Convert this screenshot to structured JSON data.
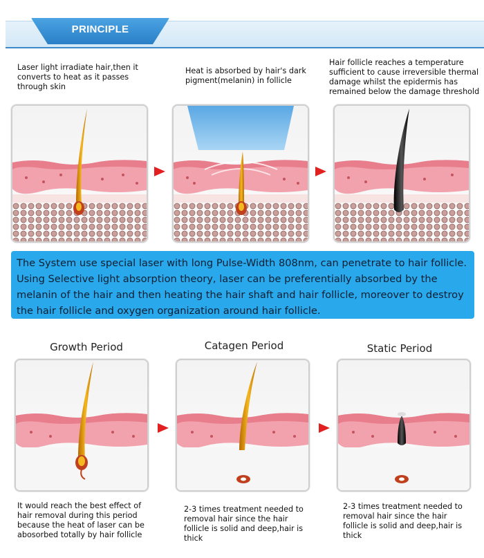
{
  "header": {
    "title": "PRINCIPLE"
  },
  "top_captions": [
    "Laser light irradiate hair,then it converts to heat as it passes through skin",
    "Heat is absorbed by hair's dark pigment(melanin) in follicle",
    "Hair follicle reaches a temperature sufficient to cause irreversible thermal damage whilst the epidermis has remained below the damage threshold"
  ],
  "description": "The System use special laser with long Pulse-Width 808nm, can penetrate to hair follicle. Using Selective light absorption theory, laser can be preferentially absorbed by the melanin of the hair and then heating the hair shaft and hair follicle, moreover to destroy the hair follicle and oxygen organization around hair follicle.",
  "periods": [
    {
      "title": "Growth Period",
      "caption": "It would reach the best effect of hair removal during this period because the heat of laser can be abosorbed totally by hair follicle"
    },
    {
      "title": "Catagen Period",
      "caption": "2-3 times treatment needed to removal hair since the hair follicle is solid and deep,hair is thick"
    },
    {
      "title": "Static Period",
      "caption": "2-3 times treatment needed to removal hair since the hair follicle is solid and deep,hair is thick"
    }
  ],
  "colors": {
    "header_blue": "#2a7fc6",
    "info_box": "#29a9ec",
    "arrow_red": "#e22020",
    "skin_pink": "#f3a7b0",
    "hair_gold": "#e8a010"
  }
}
